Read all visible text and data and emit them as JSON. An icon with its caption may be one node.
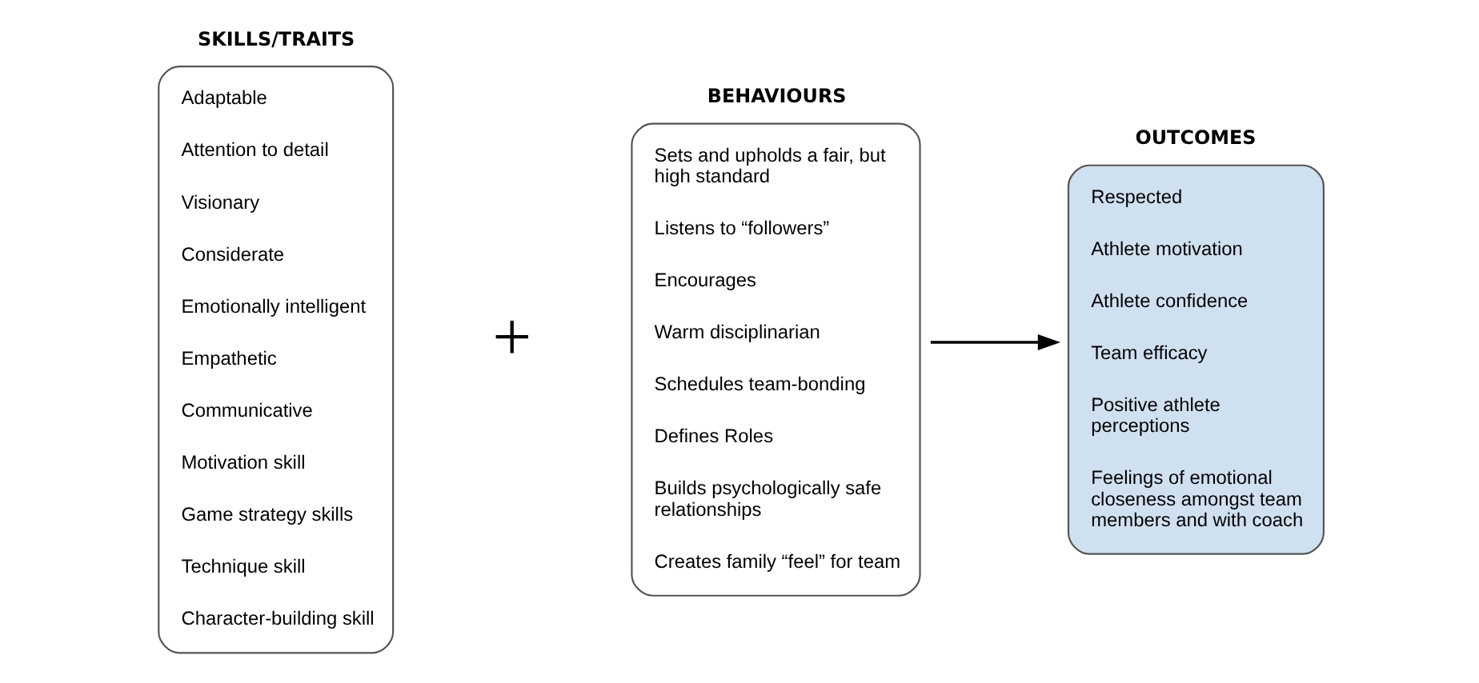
{
  "diagram": {
    "nodes": [
      {
        "text": [
          "SKILLS/TRAITS",
          "Adaptable",
          "Attention to detail",
          "Visionary",
          "Considerate",
          "Emotionally intelligent",
          "Empathetic",
          "Communicative",
          "Motivation skill",
          "Game strategy skills",
          "Technique skill",
          "Character-building skill"
        ]
      },
      {
        "text": [
          "BEHAVIOURS",
          "Sets and upholds a fair, but high standard",
          "Listens to “followers”",
          "Encourages",
          "Warm disciplinarian",
          "Schedules team-bonding",
          "Defines Roles",
          "Builds psychologically safe relationships",
          "Creates family “feel” for team"
        ]
      },
      {
        "text": [
          "OUTCOMES",
          "Respected",
          "Athlete motivation",
          "Athlete confidence",
          "Team efficacy",
          "Positive athlete perceptions",
          "Feelings of emotional closeness amongst team members and with coach"
        ]
      }
    ],
    "edges": [
      {
        "from": 1,
        "to": 2,
        "arrow": "to"
      }
    ],
    "labels": [
      "+"
    ]
  }
}
